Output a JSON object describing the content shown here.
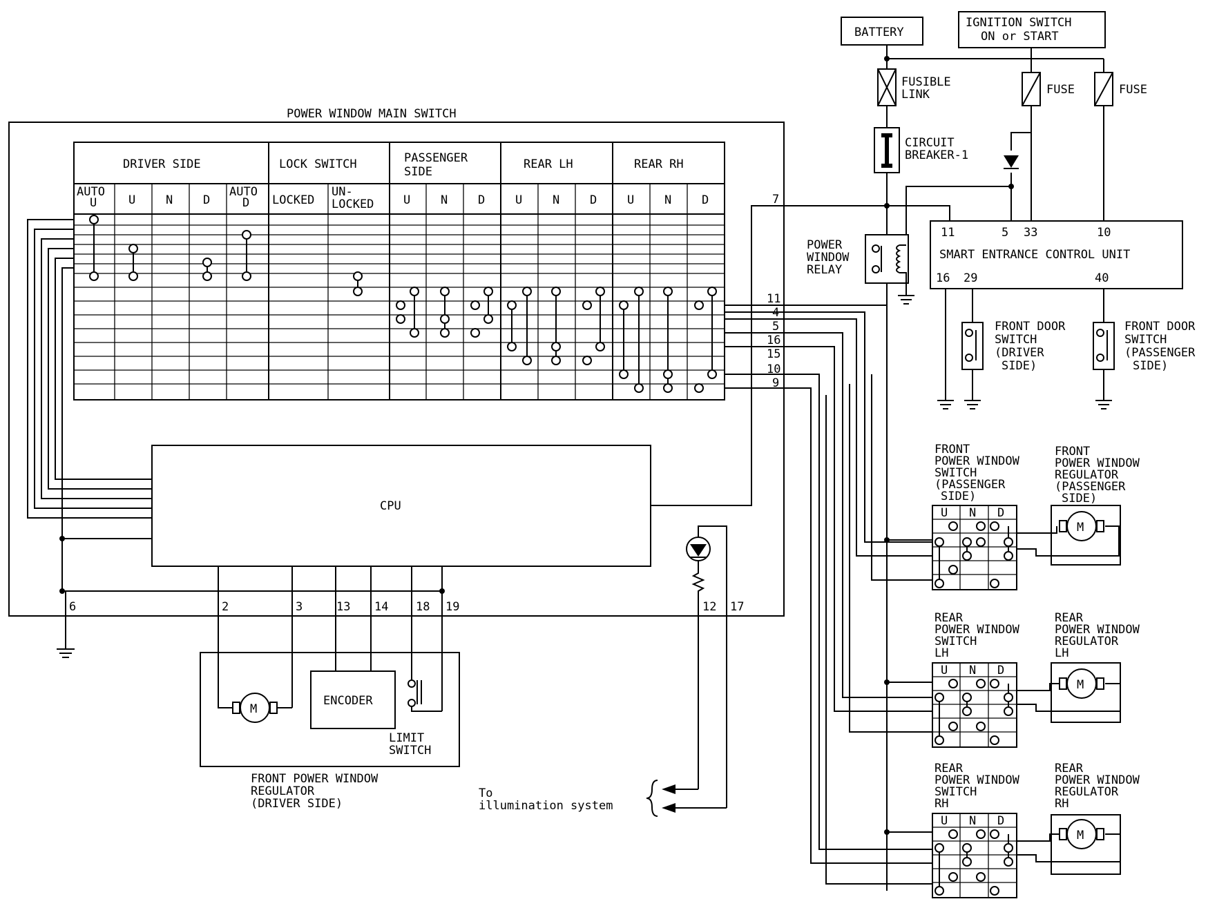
{
  "labels": {
    "main_switch": "POWER WINDOW MAIN SWITCH",
    "driver_side": "DRIVER SIDE",
    "lock_switch": "LOCK SWITCH",
    "passenger_side_1": "PASSENGER",
    "passenger_side_2": "SIDE",
    "rear_lh": "REAR LH",
    "rear_rh": "REAR RH",
    "auto": "AUTO",
    "u": "U",
    "n": "N",
    "d": "D",
    "locked": "LOCKED",
    "unlocked_1": "UN-",
    "unlocked_2": "LOCKED",
    "cpu": "CPU",
    "battery": "BATTERY",
    "ignition_1": "IGNITION SWITCH",
    "ignition_2": "ON or START",
    "fusible_1": "FUSIBLE",
    "fusible_2": "LINK",
    "fuse": "FUSE",
    "breaker_1": "CIRCUIT",
    "breaker_2": "BREAKER-1",
    "relay_1": "POWER",
    "relay_2": "WINDOW",
    "relay_3": "RELAY",
    "secu": "SMART ENTRANCE CONTROL UNIT",
    "fds_1": "FRONT DOOR",
    "fds_2": "SWITCH",
    "fds_drv_3": "(DRIVER",
    "fds_drv_4": "SIDE)",
    "fds_pass_3": "(PASSENGER",
    "fds_pass_4": "SIDE)",
    "encoder": "ENCODER",
    "limit_1": "LIMIT",
    "limit_2": "SWITCH",
    "motor": "M",
    "fpwr_1": "FRONT POWER WINDOW",
    "fpwr_2": "REGULATOR",
    "fpwr_3": "(DRIVER SIDE)",
    "illum_1": "To",
    "illum_2": "illumination system",
    "fsw_1": "FRONT",
    "fsw_2": "POWER WINDOW",
    "fsw_3": "SWITCH",
    "fsw_4": "(PASSENGER",
    "fsw_5": "SIDE)",
    "freg_1": "FRONT",
    "freg_2": "POWER WINDOW",
    "freg_3": "REGULATOR",
    "freg_4": "(PASSENGER",
    "freg_5": "SIDE)",
    "rsw_1": "REAR",
    "rsw_2": "POWER WINDOW",
    "rsw_3": "SWITCH",
    "rreg_3": "REGULATOR",
    "lh": "LH",
    "rh": "RH"
  },
  "terminals": {
    "main_right": [
      "7",
      "11",
      "4",
      "5",
      "16",
      "15",
      "10",
      "9"
    ],
    "main_bottom": [
      "6",
      "2",
      "3",
      "13",
      "14",
      "18",
      "19",
      "12",
      "17"
    ],
    "secu_top": [
      "11",
      "5",
      "33",
      "10"
    ],
    "secu_bottom": [
      "16",
      "29",
      "40"
    ]
  }
}
